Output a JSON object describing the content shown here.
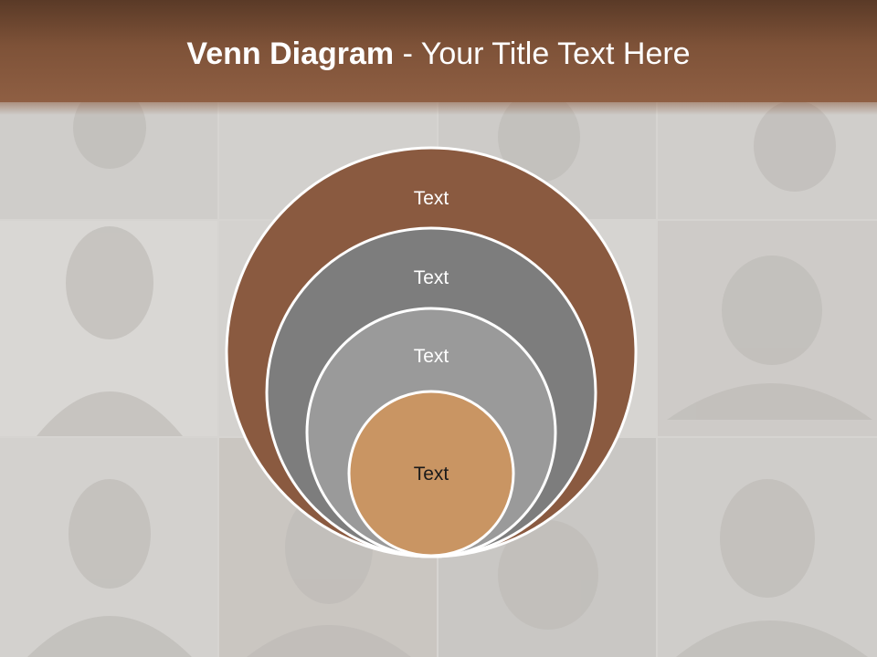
{
  "slide": {
    "title_bold": "Venn Diagram",
    "title_rest": " - Your Title Text Here"
  },
  "diagram": {
    "circles": [
      {
        "label": "Text",
        "fill": "#8a5a40"
      },
      {
        "label": "Text",
        "fill": "#7d7d7d"
      },
      {
        "label": "Text",
        "fill": "#9a9a9a"
      },
      {
        "label": "Text",
        "fill": "#c99563"
      }
    ],
    "label_colors": [
      "#ffffff",
      "#ffffff",
      "#ffffff",
      "#1a1a1a"
    ],
    "outline_color": "#ffffff"
  },
  "colors": {
    "header": "#8f5f43",
    "background": "#d8d6d3"
  }
}
